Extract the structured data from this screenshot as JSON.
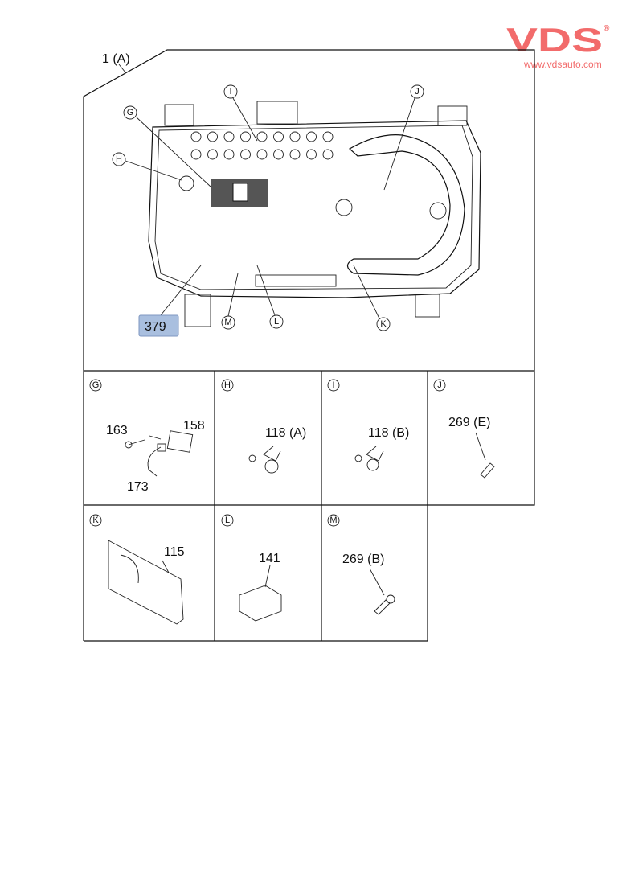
{
  "logo": {
    "brand": "VDS",
    "registered": "®",
    "url": "www.vdsauto.com",
    "color": "#f26b6b"
  },
  "main": {
    "assembly_label": "1 (A)",
    "highlight_part": {
      "label": "379",
      "fill": "#a9bfdf"
    },
    "callouts": [
      "G",
      "H",
      "I",
      "J",
      "K",
      "L",
      "M"
    ]
  },
  "details": [
    {
      "letter": "G",
      "parts": [
        "163",
        "158",
        "173"
      ]
    },
    {
      "letter": "H",
      "parts": [
        "118 (A)"
      ]
    },
    {
      "letter": "I",
      "parts": [
        "118 (B)"
      ]
    },
    {
      "letter": "J",
      "parts": [
        "269 (E)"
      ]
    },
    {
      "letter": "K",
      "parts": [
        "115"
      ]
    },
    {
      "letter": "L",
      "parts": [
        "141"
      ]
    },
    {
      "letter": "M",
      "parts": [
        "269 (B)"
      ]
    }
  ]
}
